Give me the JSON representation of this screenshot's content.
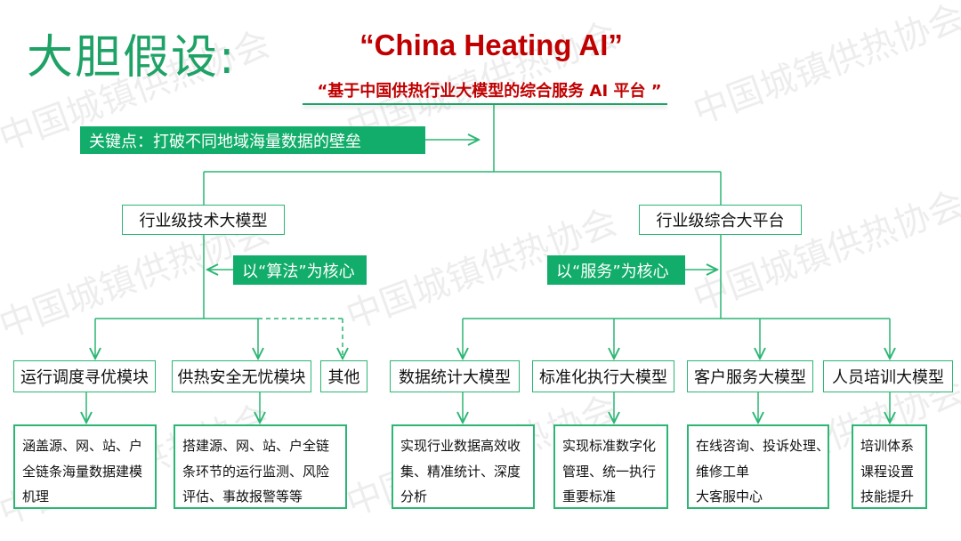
{
  "title": "大胆假设:",
  "headline": "“China Heating AI”",
  "subtitle": "“基于中国供热行业大模型的综合服务 AI 平台 ”",
  "key_point": "关键点：打破不同地域海量数据的壁垒",
  "watermark": "中国城镇供热协会",
  "branches": [
    {
      "label": "行业级技术大模型",
      "core": "以“算法”为核心"
    },
    {
      "label": "行业级综合大平台",
      "core": "以“服务”为核心"
    }
  ],
  "modules": [
    {
      "label": "运行调度寻优模块",
      "detail": [
        "涵盖源、网、站、户",
        "全链条海量数据建模",
        "机理"
      ]
    },
    {
      "label": "供热安全无忧模块",
      "detail": [
        "搭建源、网、站、户全链",
        "条环节的运行监测、风险",
        "评估、事故报警等等"
      ]
    },
    {
      "label": "其他"
    },
    {
      "label": "数据统计大模型",
      "detail": [
        "实现行业数据高效收",
        "集、精准统计、深度",
        "分析"
      ]
    },
    {
      "label": "标准化执行大模型",
      "detail": [
        "实现标准数字化",
        "管理、统一执行",
        "重要标准"
      ]
    },
    {
      "label": "客户服务大模型",
      "detail": [
        "在线咨询、投诉处理、",
        "维修工单",
        "大客服中心"
      ]
    },
    {
      "label": "人员培训大模型",
      "detail": [
        "培训体系",
        "课程设置",
        "技能提升"
      ]
    }
  ],
  "colors": {
    "green": "#12ad6a",
    "red": "#c00000",
    "line": "#2bb673"
  }
}
